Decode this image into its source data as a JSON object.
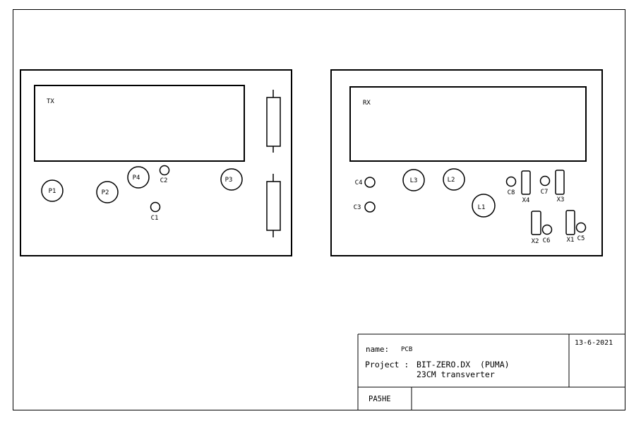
{
  "tx_panel": {
    "label": "TX",
    "components": {
      "p1": "P1",
      "p2": "P2",
      "p3": "P3",
      "p4": "P4",
      "c1": "C1",
      "c2": "C2"
    }
  },
  "rx_panel": {
    "label": "RX",
    "components": {
      "l1": "L1",
      "l2": "L2",
      "l3": "L3",
      "c3": "C3",
      "c4": "C4",
      "c5": "C5",
      "c6": "C6",
      "c7": "C7",
      "c8": "C8",
      "x1": "X1",
      "x2": "X2",
      "x3": "X3",
      "x4": "X4"
    }
  },
  "title_block": {
    "name_label": "name:",
    "name_value": "PCB",
    "date": "13-6-2021",
    "project_label": "Project :",
    "project_name": "BIT-ZERO.DX  (PUMA)",
    "project_desc": "23CM transverter",
    "author": "PA5HE"
  }
}
